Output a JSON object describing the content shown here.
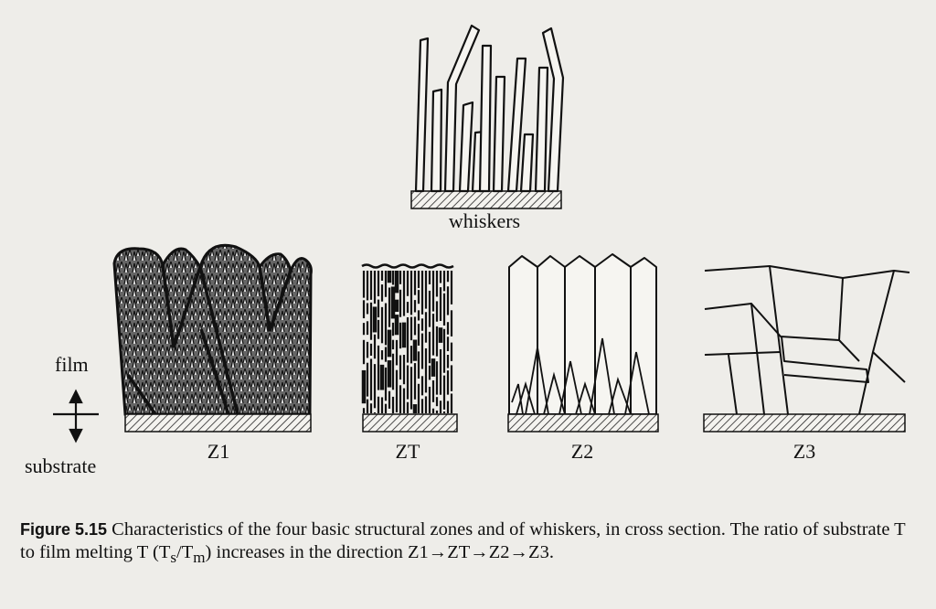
{
  "labels": {
    "whiskers": "whiskers",
    "film": "film",
    "substrate": "substrate",
    "z1": "Z1",
    "zt": "ZT",
    "z2": "Z2",
    "z3": "Z3"
  },
  "caption": {
    "figure_label": "Figure 5.15",
    "text": "Characteristics of the four basic structural zones and of whiskers, in cross section. The ratio of substrate T to film melting T (T",
    "sub_s": "s",
    "slash": "/T",
    "sub_m": "m",
    "text_end": ") increases in the direction Z1→ZT→Z2→Z3."
  }
}
